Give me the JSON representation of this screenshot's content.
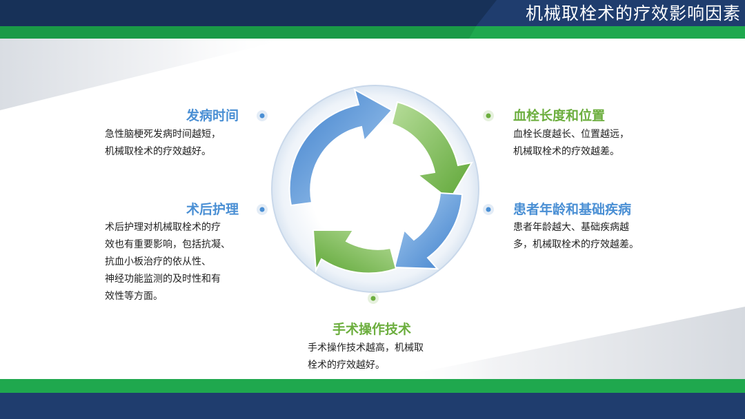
{
  "title": "机械取栓术的疗效影响因素",
  "factors": {
    "onset": {
      "title": "发病时间",
      "body": "急性脑梗死发病时间越短，\n机械取栓术的疗效越好。"
    },
    "postop": {
      "title": "术后护理",
      "body": "术后护理对机械取栓术的疗\n效也有重要影响，包括抗凝、\n抗血小板治疗的依从性、\n神经功能监测的及时性和有\n效性等方面。"
    },
    "clot": {
      "title": "血栓长度和位置",
      "body": "血栓长度越长、位置越远，\n机械取栓术的疗效越差。"
    },
    "patient": {
      "title": "患者年龄和基础疾病",
      "body": "患者年龄越大、基础疾病越\n多，机械取栓术的疗效越差。"
    },
    "technique": {
      "title": "手术操作技术",
      "body": "手术操作技术越高，机械取\n栓术的疗效越好。"
    }
  },
  "colors": {
    "navy": "#1f3d6e",
    "green": "#1fa84e",
    "blue_accent": "#4a8fd4",
    "green_accent": "#6cae3e"
  }
}
